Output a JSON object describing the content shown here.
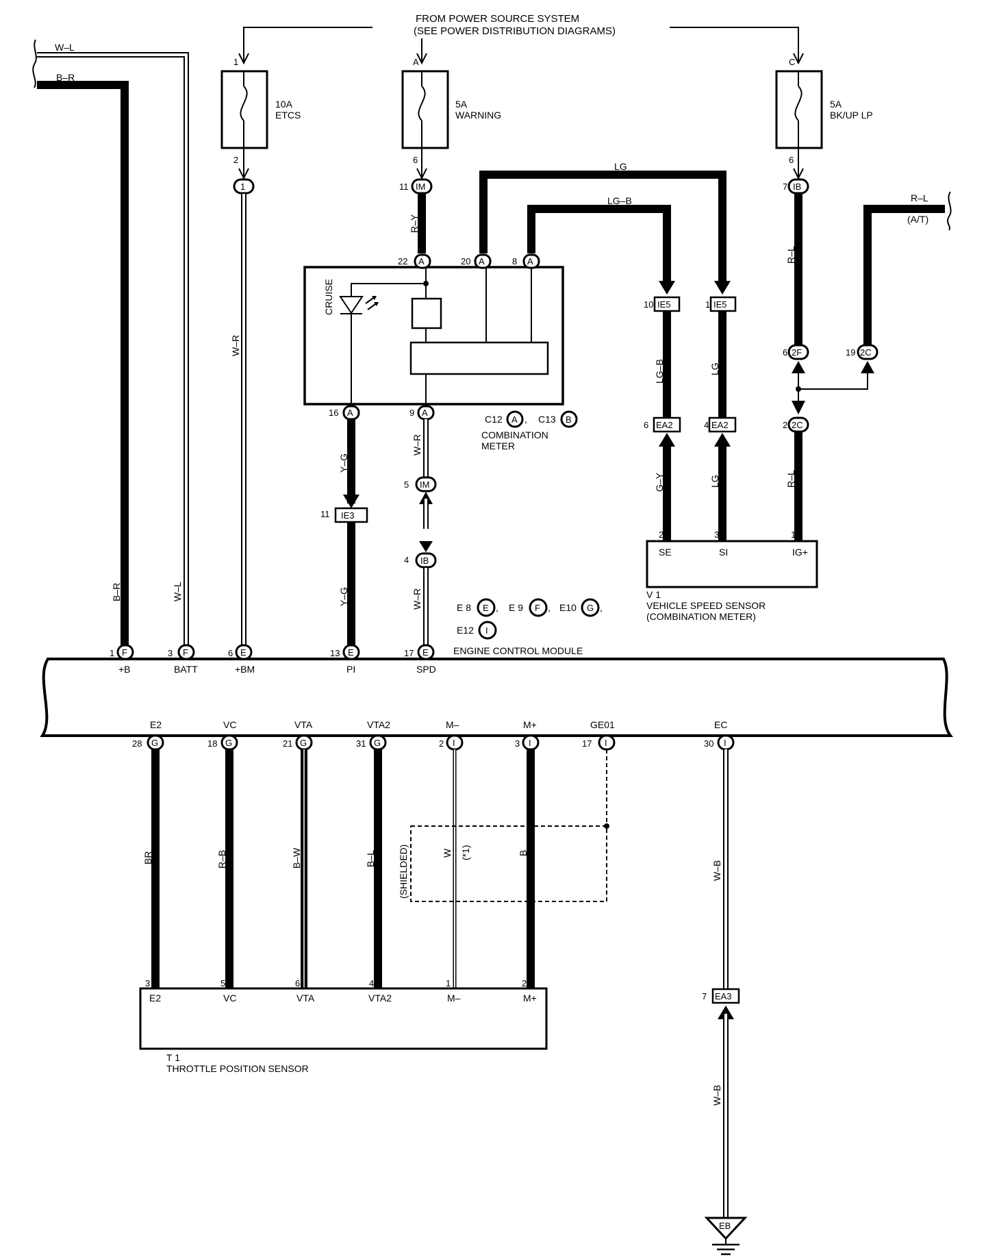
{
  "power_source": {
    "line1": "FROM POWER SOURCE SYSTEM",
    "line2": "(SEE POWER DISTRIBUTION DIAGRAMS)"
  },
  "fuses": [
    {
      "amp": "10A",
      "name": "ETCS",
      "pin_in": "1",
      "pin_out": "2"
    },
    {
      "amp": "5A",
      "name": "WARNING",
      "pin_in": "A",
      "pin_out": "6"
    },
    {
      "amp": "5A",
      "name": "BK/UP LP",
      "pin_in": "C",
      "pin_out": "6"
    }
  ],
  "wires": {
    "wl": "W–L",
    "br": "B–R",
    "wr": "W–R",
    "ry": "R–Y",
    "lg": "LG",
    "lgb": "LG–B",
    "rl": "R–L",
    "at": "(A/T)",
    "yg": "Y–G",
    "gy": "G–Y",
    "tps_br": "BR",
    "tps_rb": "R–B",
    "tps_bw": "B–W",
    "tps_bl": "B–L",
    "tps_w": "W",
    "tps_star": "(*1)",
    "tps_b": "B",
    "shielded": "(SHIELDED)",
    "wb": "W–B"
  },
  "connectors": {
    "c1": "1",
    "im": "IM",
    "ib": "IB",
    "a": "A",
    "b": "B",
    "ie5": "IE5",
    "ea2": "EA2",
    "ie3": "IE3",
    "f2": "2F",
    "c2": "2C",
    "e": "E",
    "f": "F",
    "g": "G",
    "i": "I",
    "ea3": "EA3",
    "eb": "EB"
  },
  "pins": {
    "p11": "11",
    "p7": "7",
    "p22": "22",
    "p20": "20",
    "p8": "8",
    "p10": "10",
    "p1": "1",
    "p6": "6",
    "p19": "19",
    "p16": "16",
    "p9": "9",
    "p4": "4",
    "p2": "2",
    "p5": "5",
    "p3": "3",
    "p13": "13",
    "p17": "17",
    "p28": "28",
    "p18": "18",
    "p21": "21",
    "p31": "31",
    "p30": "30"
  },
  "combination_meter": {
    "cruise": "CRUISE",
    "c12": "C12",
    "c13": "C13",
    "comma": ",",
    "label1": "COMBINATION",
    "label2": "METER"
  },
  "speed_sensor": {
    "code": "V 1",
    "name": "VEHICLE SPEED SENSOR",
    "sub": "(COMBINATION METER)",
    "pins": {
      "se": "SE",
      "si": "SI",
      "ig": "IG+"
    }
  },
  "ecm": {
    "e8": "E 8",
    "e9": "E 9",
    "e10": "E10",
    "e12": "E12",
    "name": "ENGINE CONTROL MODULE",
    "top_terms": {
      "b": "+B",
      "batt": "BATT",
      "bm": "+BM",
      "pi": "PI",
      "spd": "SPD"
    },
    "bottom_terms": {
      "e2": "E2",
      "vc": "VC",
      "vta": "VTA",
      "vta2": "VTA2",
      "mm": "M–",
      "mp": "M+",
      "ge01": "GE01",
      "ec": "EC"
    }
  },
  "throttle_sensor": {
    "code": "T 1",
    "name": "THROTTLE POSITION SENSOR",
    "pins": {
      "e2": "E2",
      "vc": "VC",
      "vta": "VTA",
      "vta2": "VTA2",
      "mm": "M–",
      "mp": "M+"
    }
  }
}
